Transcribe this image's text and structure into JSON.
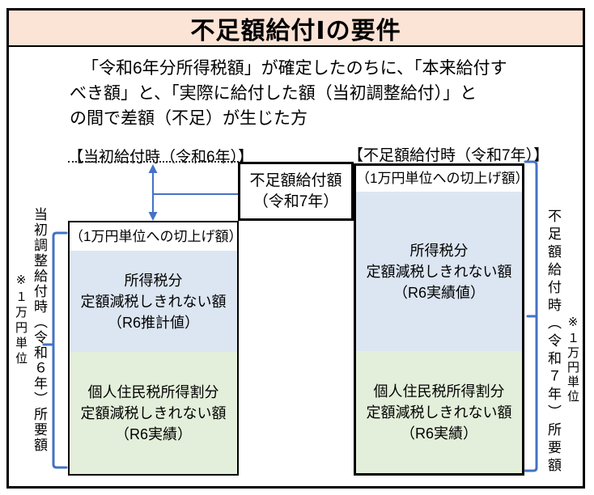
{
  "title": "不足額給付Ⅰの要件",
  "description": {
    "lines": [
      "「令和6年分所得税額」が確定したのちに、「本来給付す",
      "べき額」と、「実際に給付した額（当初調整給付）」と",
      "の間で差額（不足）が生じた方"
    ]
  },
  "diagram": {
    "initial_payment_label": "【当初給付時（令和6年）】",
    "shortfall_payment_label": "【不足額給付時（令和7年）】",
    "shortfall_box": {
      "lines": [
        "不足額給付額",
        "（令和7年）"
      ]
    },
    "left_bar": {
      "rounding": "（1万円単位への切上げ額）",
      "income_tax": {
        "lines": [
          "所得税分",
          "定額減税しきれない額",
          "（R6推計値）"
        ]
      },
      "resident_tax": {
        "lines": [
          "個人住民税所得割分",
          "定額減税しきれない額",
          "（R6実績）"
        ]
      }
    },
    "right_bar": {
      "rounding": "（1万円単位への切上げ額）",
      "income_tax": {
        "lines": [
          "所得税分",
          "定額減税しきれない額",
          "（R6実績値）"
        ]
      },
      "resident_tax": {
        "lines": [
          "個人住民税所得割分",
          "定額減税しきれない額",
          "（R6実績）"
        ]
      }
    },
    "left_side": {
      "label": "当初調整給付時（令和６年）所要額",
      "note": "※１万円単位"
    },
    "right_side": {
      "label": "不足額給付時（令和７年）所要額",
      "note": "※１万円単位"
    }
  },
  "colors": {
    "title_bg": "#FBE3D5",
    "blue_fill": "#DCE6F2",
    "green_fill": "#E3EFDA",
    "accent_blue": "#4472C4"
  }
}
